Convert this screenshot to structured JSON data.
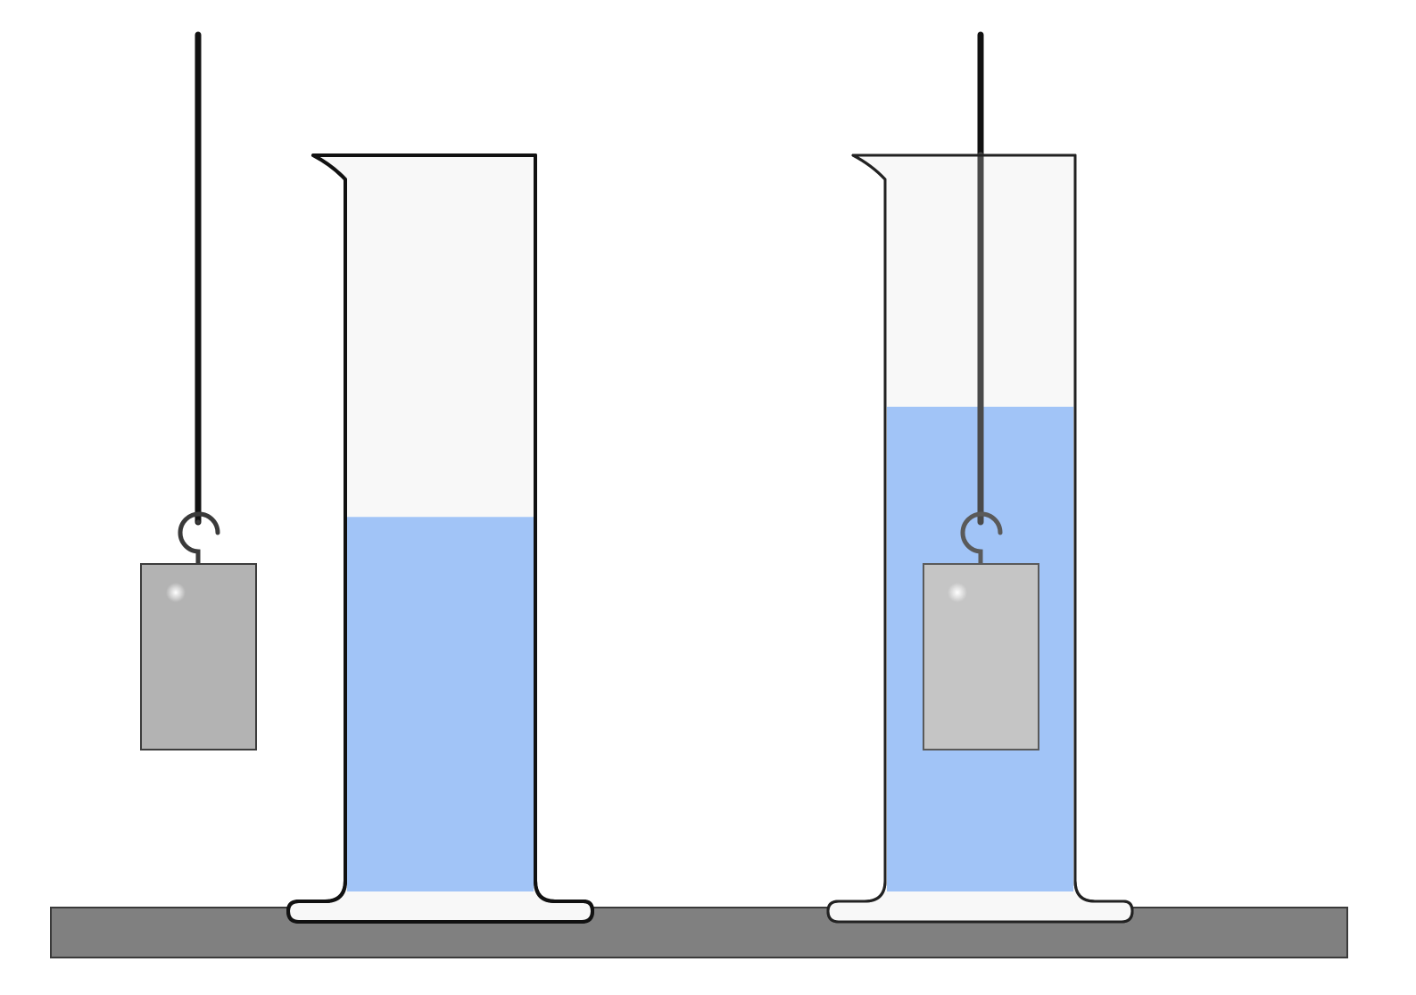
{
  "diagram": {
    "type": "displacement-experiment",
    "colors": {
      "background": "#ffffff",
      "table": "#808080",
      "table_stroke": "#3a3a3a",
      "glass_fill": "#f8f8f8",
      "glass_stroke": "#111111",
      "water": "#a1c4f7",
      "string": "#111111",
      "string_submerged": "#4a4a4a",
      "weight_dry": "#b3b3b3",
      "weight_submerged": "#c5c5c5",
      "weight_stroke": "#3c3c3c"
    },
    "water_levels": {
      "left_cylinder": 0.51,
      "right_cylinder": 0.66
    },
    "icons": {
      "left_weight": "metal-block",
      "right_weight": "metal-block",
      "hook": "hook-icon"
    }
  }
}
